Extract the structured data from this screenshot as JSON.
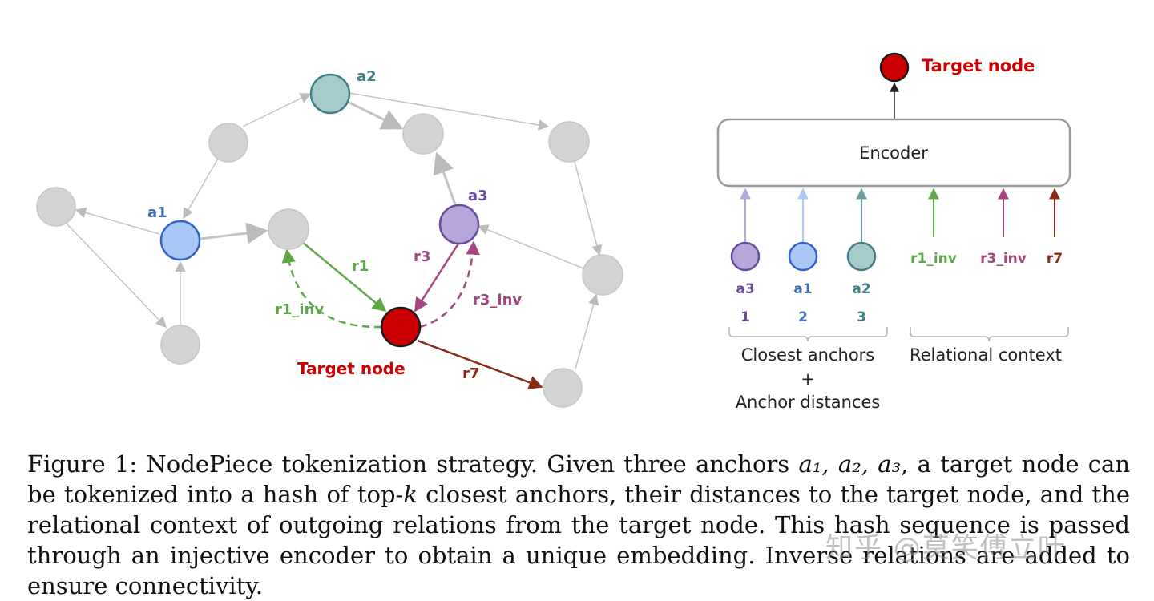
{
  "graph": {
    "labels": {
      "a1": "a1",
      "a2": "a2",
      "a3": "a3",
      "r1": "r1",
      "r1_inv": "r1_inv",
      "r3": "r3",
      "r3_inv": "r3_inv",
      "r7": "r7",
      "target": "Target node"
    }
  },
  "encoder": {
    "title": "Encoder",
    "output_label": "Target node",
    "anchors": [
      {
        "name": "a3",
        "distance": "1",
        "color": "#6a4c9c"
      },
      {
        "name": "a1",
        "distance": "2",
        "color": "#3f6fb5"
      },
      {
        "name": "a2",
        "distance": "3",
        "color": "#3f7f86"
      }
    ],
    "relations": [
      {
        "name": "r1_inv",
        "color": "#5fa84a"
      },
      {
        "name": "r3_inv",
        "color": "#a4467f"
      },
      {
        "name": "r7",
        "color": "#8b2a17"
      }
    ],
    "group_anchor_label_1": "Closest anchors",
    "group_anchor_label_2": "+",
    "group_anchor_label_3": "Anchor distances",
    "group_relation_label": "Relational context"
  },
  "caption": {
    "part1": "Figure 1: NodePiece tokenization strategy. Given three anchors ",
    "math1": "a₁, a₂, a₃",
    "part2": ", a target node can be tokenized into a hash of top-",
    "math2": "k",
    "part3": " closest anchors, their distances to the target node, and the relational context of outgoing relations from the target node. This hash sequence is passed through an injective encoder to obtain a unique embedding. Inverse relations are added to ensure connectivity."
  },
  "watermark": "知乎 @莫笑傅立叶",
  "colors": {
    "grey_node": "#d3d3d3",
    "target": "#cc0000",
    "a1_fill": "#a9c8f5",
    "a1_stroke": "#2f63c9",
    "a2_fill": "#a6cbcd",
    "a2_stroke": "#3f7f86",
    "a3_fill": "#b7a6dc",
    "a3_stroke": "#6a4c9c"
  }
}
